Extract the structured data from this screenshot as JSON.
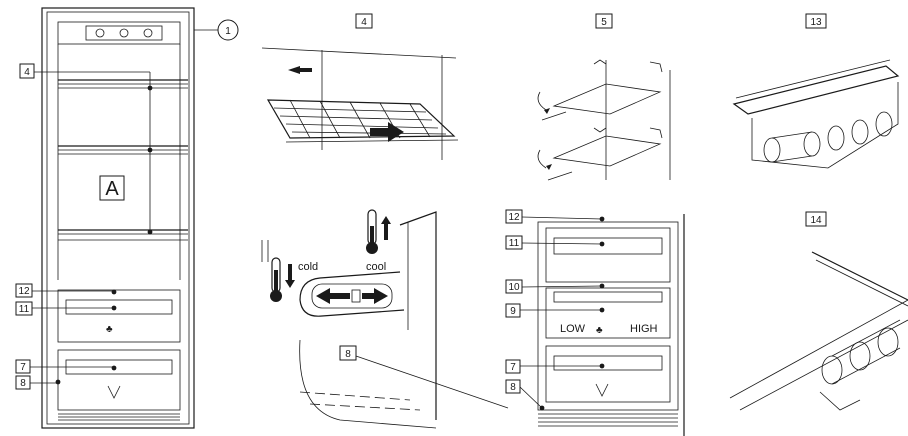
{
  "callouts": {
    "c1": "1",
    "c4_left": "4",
    "c4_top": "4",
    "c5_top": "5",
    "c13_top": "13",
    "c14_top": "14",
    "cA": "A",
    "c12_left": "12",
    "c11_left": "11",
    "c7_left": "7",
    "c8_left": "8",
    "c8_mid": "8",
    "c12_right": "12",
    "c11_right": "11",
    "c10_right": "10",
    "c9_right": "9",
    "c7_right": "7",
    "c8_right": "8"
  },
  "labels": {
    "cold": "cold",
    "cool": "cool",
    "low": "LOW",
    "high": "HIGH"
  }
}
